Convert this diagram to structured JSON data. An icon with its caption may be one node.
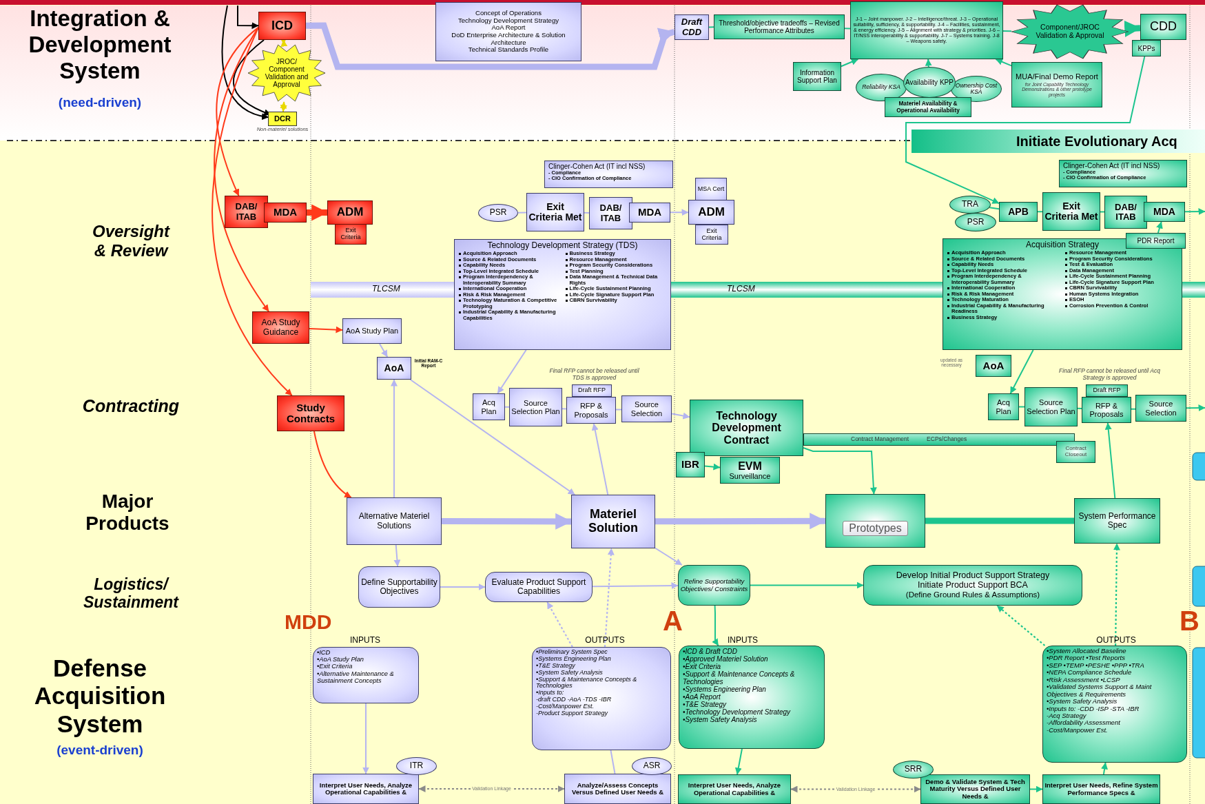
{
  "diagram": {
    "nodes": [
      {
        "text": [
          "ICD"
        ]
      },
      {
        "text": [
          "JROC/ Component Validation and Approval"
        ]
      },
      {
        "text": [
          "DCR"
        ],
        "beside": [
          "Non-materiel solutions"
        ]
      },
      {
        "text": [
          "Concept of Operations",
          "Technology Development Strategy",
          "AoA Report",
          "DoD Enterprise Architecture & Solution Architecture",
          "Technical Standards Profile"
        ]
      },
      {
        "text": [
          "Draft CDD"
        ]
      },
      {
        "text": [
          "Threshold/objective tradeoffs – Revised Performance Attributes"
        ]
      },
      {
        "text": [
          "J-1 – Joint manpower. J-2 – Intelligence/threat. J-3 – Operational suitability, sufficiency, & supportability. J-4 – Facilities, sustainment, & energy efficiency. J-5 – Alignment with strategy & priorities. J-6 – IT/NSS interoperability & supportability. J-7 – Systems training. J-8 – Weapons safety."
        ]
      },
      {
        "text": [
          "Component/JROC Validation & Approval"
        ]
      },
      {
        "text": [
          "CDD"
        ]
      },
      {
        "text": [
          "KPPs"
        ]
      },
      {
        "text": [
          "Information Support Plan"
        ]
      },
      {
        "text": [
          "Reliability KSA"
        ]
      },
      {
        "text": [
          "Availability KPP"
        ]
      },
      {
        "text": [
          "Ownership Cost KSA"
        ]
      },
      {
        "text": [
          "Materiel Availability & Operational Availability"
        ]
      },
      {
        "text": [
          "MUA/Final Demo Report",
          "for Joint Capability Technology Demonstrations & other prototype projects"
        ]
      },
      {
        "text": [
          "Initiate Evolutionary Acq"
        ]
      },
      {
        "text": [
          "DAB/ ITAB"
        ]
      },
      {
        "text": [
          "MDA"
        ]
      },
      {
        "text": [
          "ADM"
        ]
      },
      {
        "text": [
          "Exit Criteria"
        ]
      },
      {
        "text": [
          "Clinger-Cohen Act (IT incl NSS)",
          "- Compliance",
          "- CIO Confirmation of Compliance"
        ]
      },
      {
        "text": [
          "PSR"
        ]
      },
      {
        "text": [
          "Exit Criteria Met"
        ]
      },
      {
        "text": [
          "DAB/ ITAB"
        ]
      },
      {
        "text": [
          "MDA"
        ]
      },
      {
        "text": [
          "MSA Cert"
        ]
      },
      {
        "text": [
          "ADM"
        ]
      },
      {
        "text": [
          "Exit Criteria"
        ]
      },
      {
        "text": [
          "Technology Development Strategy (TDS)",
          "Acquisition Approach",
          "Source & Related Documents",
          "Capability Needs",
          "Top-Level Integrated Schedule",
          "Program Interdependency & Interoperability Summary",
          "International Cooperation",
          "Risk & Risk Management",
          "Technology Maturation & Competitive Prototyping",
          "Industrial Capability & Manufacturing Capabilities",
          "Business Strategy",
          "Resource Management",
          "Program Security Considerations",
          "Test Planning",
          "Data Management & Technical Data Rights",
          "Life-Cycle Sustainment Planning",
          "Life-Cycle Signature Support Plan",
          "CBRN Survivability"
        ]
      },
      {
        "text": [
          "AoA Study Guidance"
        ]
      },
      {
        "text": [
          "AoA Study Plan"
        ]
      },
      {
        "text": [
          "AoA"
        ],
        "beside": [
          "Initial RAM-C Report"
        ]
      },
      {
        "text": [
          "Study Contracts"
        ]
      },
      {
        "text": [
          "Acq Plan"
        ]
      },
      {
        "text": [
          "Source Selection Plan"
        ]
      },
      {
        "text": [
          "Draft RFP"
        ]
      },
      {
        "text": [
          "RFP & Proposals"
        ]
      },
      {
        "text": [
          "Source Selection"
        ]
      },
      {
        "text": [
          "Alternative Materiel Solutions"
        ]
      },
      {
        "text": [
          "Materiel Solution"
        ]
      },
      {
        "text": [
          "Define Supportability Objectives"
        ]
      },
      {
        "text": [
          "Evaluate Product Support Capabilities"
        ]
      },
      {
        "text": [
          "•ICD",
          "•AoA Study Plan",
          "•Exit Criteria",
          "•Alternative Maintenance & Sustainment Concepts"
        ],
        "beside": [
          "INPUTS"
        ]
      },
      {
        "text": [
          "•Preliminary System Spec",
          "•Systems Engineering Plan",
          "•T&E Strategy",
          "•System Safety Analysis",
          "•Support & Maintenance Concepts & Technologies",
          "•Inputs to:",
          "-draft CDD -AoA -TDS -IBR",
          "-Cost/Manpower Est.",
          "-Product Support Strategy"
        ],
        "beside": [
          "OUTPUTS"
        ]
      },
      {
        "text": [
          "ITR"
        ]
      },
      {
        "text": [
          "Interpret User Needs, Analyze Operational Capabilities &"
        ]
      },
      {
        "text": [
          "ASR"
        ]
      },
      {
        "text": [
          "Analyze/Assess Concepts Versus Defined User Needs &"
        ]
      },
      {
        "text": [
          "Clinger-Cohen Act (IT incl NSS)",
          "- Compliance",
          "- CIO Confirmation of Compliance"
        ]
      },
      {
        "text": [
          "TRA"
        ]
      },
      {
        "text": [
          "PSR"
        ]
      },
      {
        "text": [
          "APB"
        ]
      },
      {
        "text": [
          "Exit Criteria Met"
        ]
      },
      {
        "text": [
          "DAB/ ITAB"
        ]
      },
      {
        "text": [
          "MDA"
        ]
      },
      {
        "text": [
          "PDR Report"
        ]
      },
      {
        "text": [
          "Acquisition Strategy",
          "Acquisition Approach",
          "Source & Related Documents",
          "Capability Needs",
          "Top-Level Integrated Schedule",
          "Program Interdependency & Interoperability Summary",
          "International Cooperation",
          "Risk & Risk Management",
          "Technology Maturation",
          "Industrial Capability & Manufacturing Readiness",
          "Business Strategy",
          "Resource Management",
          "Program Security Considerations",
          "Test & Evaluation",
          "Data Management",
          "Life-Cycle Sustainment Planning",
          "Life-Cycle Signature Support Plan",
          "CBRN Survivability",
          "Human Systems Integration",
          "ESOH",
          "Corrosion Prevention & Control"
        ]
      },
      {
        "text": [
          "AoA"
        ],
        "beside": [
          "updated as necessary"
        ]
      },
      {
        "text": [
          "Acq Plan"
        ]
      },
      {
        "text": [
          "Source Selection Plan"
        ]
      },
      {
        "text": [
          "Draft RFP"
        ]
      },
      {
        "text": [
          "RFP & Proposals"
        ]
      },
      {
        "text": [
          "Source Selection"
        ]
      },
      {
        "text": [
          "Technology Development Contract"
        ]
      },
      {
        "text": [
          "Contract Management",
          "ECPs/Changes"
        ]
      },
      {
        "text": [
          "Contract Closeout"
        ]
      },
      {
        "text": [
          "IBR"
        ]
      },
      {
        "text": [
          "EVM",
          "Surveillance"
        ]
      },
      {
        "text": [
          "Prototypes"
        ]
      },
      {
        "text": [
          "System Performance Spec"
        ]
      },
      {
        "text": [
          "Refine Supportability Objectives/ Constraints"
        ]
      },
      {
        "text": [
          "Develop Initial Product Support Strategy",
          "Initiate Product Support BCA",
          "(Define Ground Rules & Assumptions)"
        ]
      },
      {
        "text": [
          "•ICD & Draft CDD",
          "•Approved Materiel Solution",
          "•Exit Criteria",
          "•Support & Maintenance Concepts & Technologies",
          "•Systems Engineering Plan",
          "•AoA Report",
          "•T&E Strategy",
          "•Technology Development Strategy",
          "•System Safety Analysis"
        ],
        "beside": [
          "INPUTS"
        ]
      },
      {
        "text": [
          "•System Allocated Baseline",
          "•PDR Report •Test Reports",
          "•SEP •TEMP •PESHE •PPP •TRA",
          "•NEPA Compliance Schedule",
          "•Risk Assessment •LCSP",
          "•Validated Systems Support & Maint Objectives & Requirements",
          "•System Safety Analysis",
          "•Inputs to: -CDD -ISP -STA -IBR",
          "-Acq Strategy",
          "-Affordability Assessment",
          "-Cost/Manpower Est."
        ],
        "beside": [
          "OUTPUTS"
        ]
      },
      {
        "text": [
          "SRR"
        ]
      },
      {
        "text": [
          "Interpret User Needs, Analyze Operational Capabilities &"
        ]
      },
      {
        "text": [
          "Demo & Validate System & Tech Maturity Versus Defined User Needs &"
        ]
      },
      {
        "text": [
          "Interpret User Needs, Refine System Performance Specs &"
        ]
      }
    ],
    "edges": [
      {
        "from": null,
        "to": 0,
        "arrow": "to",
        "color": "#000000"
      },
      {
        "from": 0,
        "to": 2,
        "arrow": "to",
        "color": "#000000"
      },
      {
        "from": null,
        "to": 2,
        "arrow": "to",
        "color": "#000000"
      },
      {
        "from": 0,
        "to": 1,
        "arrow": "both",
        "color": "#e8d800"
      },
      {
        "from": 1,
        "to": 2,
        "arrow": "both",
        "color": "#e8d800"
      },
      {
        "from": 0,
        "to": 4,
        "arrow": "to",
        "style": "thick",
        "color": "#b4b4f0"
      },
      {
        "from": 0,
        "to": 17,
        "arrow": "to",
        "color": "#ff3a1a"
      },
      {
        "from": 0,
        "to": 30,
        "arrow": "to",
        "color": "#ff3a1a"
      },
      {
        "from": 0,
        "to": 33,
        "arrow": "to",
        "color": "#ff3a1a"
      },
      {
        "from": 18,
        "to": 19,
        "arrow": "to",
        "style": "thick",
        "color": "#ff3a1a"
      },
      {
        "from": 30,
        "to": 31,
        "arrow": "to",
        "color": "#ff3a1a"
      },
      {
        "from": 33,
        "to": 39,
        "arrow": "to",
        "color": "#ff3a1a"
      },
      {
        "from": 22,
        "to": 23,
        "arrow": "none",
        "color": "#b4b4f0"
      },
      {
        "from": 23,
        "to": 24,
        "arrow": "none",
        "color": "#b4b4f0"
      },
      {
        "from": 25,
        "to": 27,
        "arrow": "to",
        "color": "#b4b4f0"
      },
      {
        "from": 31,
        "to": 32,
        "arrow": "to",
        "color": "#b4b4f0"
      },
      {
        "from": 39,
        "to": 32,
        "arrow": "to",
        "color": "#b4b4f0"
      },
      {
        "from": 32,
        "to": 40,
        "arrow": "to",
        "color": "#b4b4f0"
      },
      {
        "from": 39,
        "to": 40,
        "arrow": "to",
        "style": "thick",
        "color": "#b4b4f0"
      },
      {
        "from": 39,
        "to": 41,
        "arrow": "to",
        "color": "#b4b4f0"
      },
      {
        "from": 41,
        "to": 42,
        "arrow": "to",
        "color": "#b4b4f0"
      },
      {
        "from": 29,
        "to": 34,
        "arrow": "to",
        "color": "#b4b4f0"
      },
      {
        "from": 34,
        "to": 35,
        "arrow": "none",
        "color": "#b4b4f0"
      },
      {
        "from": 35,
        "to": 37,
        "arrow": "none",
        "color": "#b4b4f0"
      },
      {
        "from": 37,
        "to": 38,
        "arrow": "none",
        "color": "#b4b4f0"
      },
      {
        "from": 40,
        "to": 37,
        "arrow": "to",
        "color": "#b4b4f0"
      },
      {
        "from": 38,
        "to": 64,
        "arrow": "to",
        "color": "#b4b4f0"
      },
      {
        "from": 40,
        "to": 69,
        "arrow": "to",
        "style": "thick",
        "color": "#b4b4f0"
      },
      {
        "from": 44,
        "to": 40,
        "arrow": "to",
        "style": "dashed",
        "color": "#b4b4f0"
      },
      {
        "from": 44,
        "to": 42,
        "arrow": "to",
        "style": "dashed",
        "color": "#b4b4f0"
      },
      {
        "from": 43,
        "to": 46,
        "arrow": "to",
        "color": "#b4b4f0"
      },
      {
        "from": 48,
        "to": 44,
        "arrow": "none",
        "color": "#b4b4f0"
      },
      {
        "from": 46,
        "to": 48,
        "arrow": "both",
        "style": "dashed",
        "color": "#8a8a8a",
        "label": "Validation Linkage"
      },
      {
        "from": 42,
        "to": 71,
        "arrow": "to",
        "color": "#b4b4f0"
      },
      {
        "from": 40,
        "to": 71,
        "arrow": "to",
        "color": "#b4b4f0"
      },
      {
        "from": 4,
        "to": 5,
        "arrow": "none"
      },
      {
        "from": 5,
        "to": 6,
        "arrow": "none"
      },
      {
        "from": 6,
        "to": 7,
        "arrow": "none"
      },
      {
        "from": 7,
        "to": 8,
        "arrow": "to",
        "style": "thick"
      },
      {
        "from": 10,
        "to": 6,
        "arrow": "to"
      },
      {
        "from": 12,
        "to": 6,
        "arrow": "to"
      },
      {
        "from": 15,
        "to": 6,
        "arrow": "to"
      },
      {
        "from": 9,
        "to": 52,
        "arrow": "to"
      },
      {
        "from": 50,
        "to": 52,
        "arrow": "none"
      },
      {
        "from": 52,
        "to": 53,
        "arrow": "none"
      },
      {
        "from": 53,
        "to": 54,
        "arrow": "none"
      },
      {
        "from": 55,
        "to": null,
        "arrow": "to"
      },
      {
        "from": 56,
        "to": 55,
        "arrow": "to"
      },
      {
        "from": 57,
        "to": 59,
        "arrow": "to"
      },
      {
        "from": 59,
        "to": 60,
        "arrow": "none"
      },
      {
        "from": 60,
        "to": 62,
        "arrow": "none"
      },
      {
        "from": 62,
        "to": 63,
        "arrow": "none"
      },
      {
        "from": 63,
        "to": null,
        "arrow": "to"
      },
      {
        "from": 64,
        "to": 69,
        "arrow": "to"
      },
      {
        "from": 67,
        "to": 68,
        "arrow": "to"
      },
      {
        "from": 69,
        "to": 70,
        "arrow": "none",
        "style": "thick"
      },
      {
        "from": 70,
        "to": 62,
        "arrow": "to"
      },
      {
        "from": 71,
        "to": 72,
        "arrow": "to"
      },
      {
        "from": 71,
        "to": 73,
        "arrow": "to"
      },
      {
        "from": 73,
        "to": 76,
        "arrow": "to"
      },
      {
        "from": 74,
        "to": 70,
        "arrow": "to",
        "style": "dashed"
      },
      {
        "from": 74,
        "to": 72,
        "arrow": "to",
        "style": "dashed"
      },
      {
        "from": 76,
        "to": 77,
        "arrow": "both",
        "style": "dashed",
        "color": "#8a8a8a",
        "label": "Validation Linkage"
      },
      {
        "from": 77,
        "to": 78,
        "arrow": "to"
      },
      {
        "from": 78,
        "to": 74,
        "arrow": "to"
      }
    ],
    "labels": [
      "Integration & Development System",
      "(need-driven)",
      "Oversight & Review",
      "Contracting",
      "Major Products",
      "Logistics/ Sustainment",
      "Defense Acquisition System",
      "(event-driven)",
      "TLCSM",
      "TLCSM",
      "Final RFP cannot be released until TDS is approved",
      "Final RFP cannot be released until Acq Strategy is approved",
      "MDD",
      "A",
      "B"
    ]
  }
}
